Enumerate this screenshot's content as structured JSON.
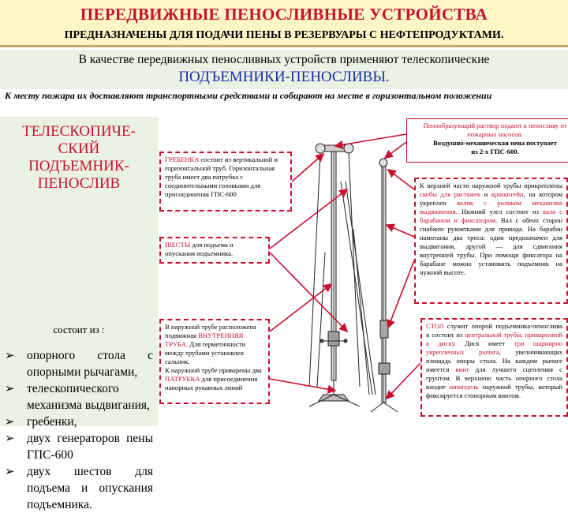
{
  "header": {
    "title": "ПЕРЕДВИЖНЫЕ ПЕНОСЛИВНЫЕ УСТРОЙСТВА",
    "subtitle": "ПРЕДНАЗНАЧЕНЫ ДЛЯ ПОДАЧИ ПЕНЫ В РЕЗЕРВУАРЫ С НЕФТЕПРОДУКТАМИ."
  },
  "intro": {
    "line1": "В качестве передвижных пеносливных устройств применяют телескопические",
    "line2": "ПОДЪЕМНИКИ-ПЕНОСЛИВЫ."
  },
  "delivery_text": "К месту пожара их доставляют транспортными средствами и собирают на месте в горизонтальном положении",
  "left_column": {
    "title_lines": [
      "ТЕЛЕСКОПИЧЕ-",
      "СКИЙ",
      "ПОДЪЕМНИК-",
      "ПЕНОСЛИВ"
    ],
    "consists_of": "состоит из :",
    "bullet_icon": "arrow-bullet-icon",
    "items": [
      "опорного стола с опорными рычагами,",
      "телескопического механизма выдвигания,",
      "гребенки,",
      "двух генераторов пены ГПС-600",
      "двух шестов для подъема и опускания подъемника."
    ]
  },
  "notes": {
    "top": {
      "red": "Пенообразующий раствор подают к пеносливу от пожарных насосов.",
      "black": "Воздушно-механическая пена поступает",
      "bold": "из 2-х ГПС-600."
    },
    "grebenka": {
      "red": "ГРЕБЕНКА",
      "text": " состоит из вертикальной и горизонтальной труб. Горизонтальная труба имеет два патрубка с соединительными головками для присоединения ГПС-600"
    },
    "shesty": {
      "red": "ШЕСТЫ",
      "text": " для подъема и опускания подъемника."
    },
    "inner": {
      "text1": "В наружной трубе расположена подвижная ",
      "red1": "ВНУТРЕННЯЯ ТРУБА",
      "text2": ". Для герметичности между трубами установлен сальник.",
      "text3": "К наружной трубе приварены два ",
      "red2": "ПАТРУБКА",
      "text4": " для присоединения напорных рукавных линий"
    },
    "right": {
      "text1": "К верхней части наружной трубы прикреплены ",
      "red1": "скобы для растяжек",
      "text2": " и ",
      "red2": "кронштейн",
      "text3": ", на котором укреплен ",
      "red3": "валик с роликом механизма выдвижения.",
      "text4": " Нижний узел состоит из ",
      "red4": "вала с барабаном и фиксатором",
      "text5": ". Вал с обеих сторон снабжен рукоятками для привода. На барабан намотаны два троса: один предназначен для выдвигания, другой — для сдвигания внутренней трубы. При помощи фиксатора на барабане можно установить подъемник на нужной высоте."
    },
    "stol": {
      "red1": "СТОЛ",
      "text1": " служит опорой подъемника-пенослива и состоит из ",
      "red2": "центральной трубы, приваренной к диску.",
      "text2": " Диск имеет ",
      "red3": "три шарнирно укрепленных рычага",
      "text3": ", увеличивающих площадь опоры стола. На каждом рычаге имеется ",
      "red4": "винт",
      "text4": " для лучшего сцепления с грунтом. В верхнюю часть опорного стола входит ",
      "red5": "шпиндель",
      "text5": " наружной трубы, который фиксируется стопорным винтом."
    }
  },
  "colors": {
    "title_red": "#c8102e",
    "blue": "#1a2ea8",
    "header_bg": "#fdf7c8",
    "panel_green": "#e9f2e3"
  }
}
